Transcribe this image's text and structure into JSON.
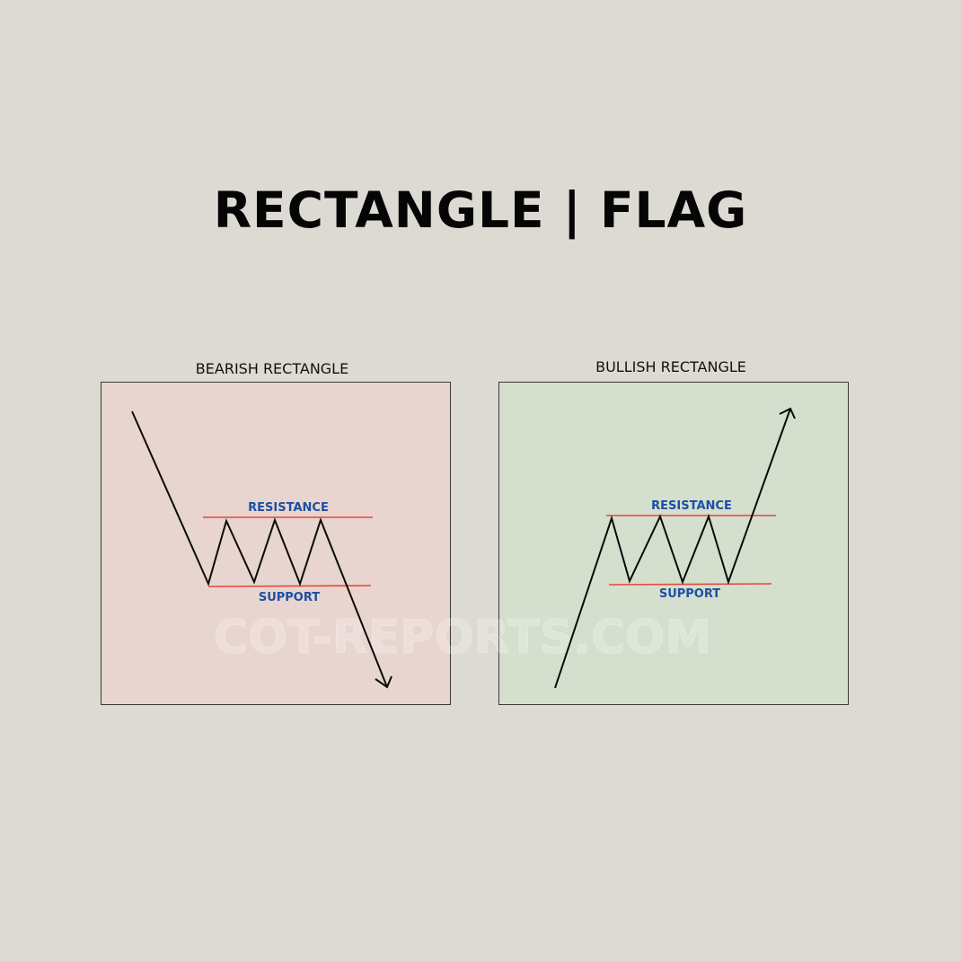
{
  "title": "RECTANGLE | FLAG",
  "watermark": "COT-REPORTS.COM",
  "colors": {
    "background": "#dcdad2",
    "bearish_fill": "#e8d5d0",
    "bullish_fill": "#d4dfce",
    "level_line": "#e8463a",
    "label_text": "#1d4fa3",
    "price_line": "#0a0a0a"
  },
  "panels": [
    {
      "id": "bearish",
      "title": "BEARISH RECTANGLE",
      "resistance_label": "RESISTANCE",
      "support_label": "SUPPORT",
      "direction": "down"
    },
    {
      "id": "bullish",
      "title": "BULLISH RECTANGLE",
      "resistance_label": "RESISTANCE",
      "support_label": "SUPPORT",
      "direction": "up"
    }
  ]
}
